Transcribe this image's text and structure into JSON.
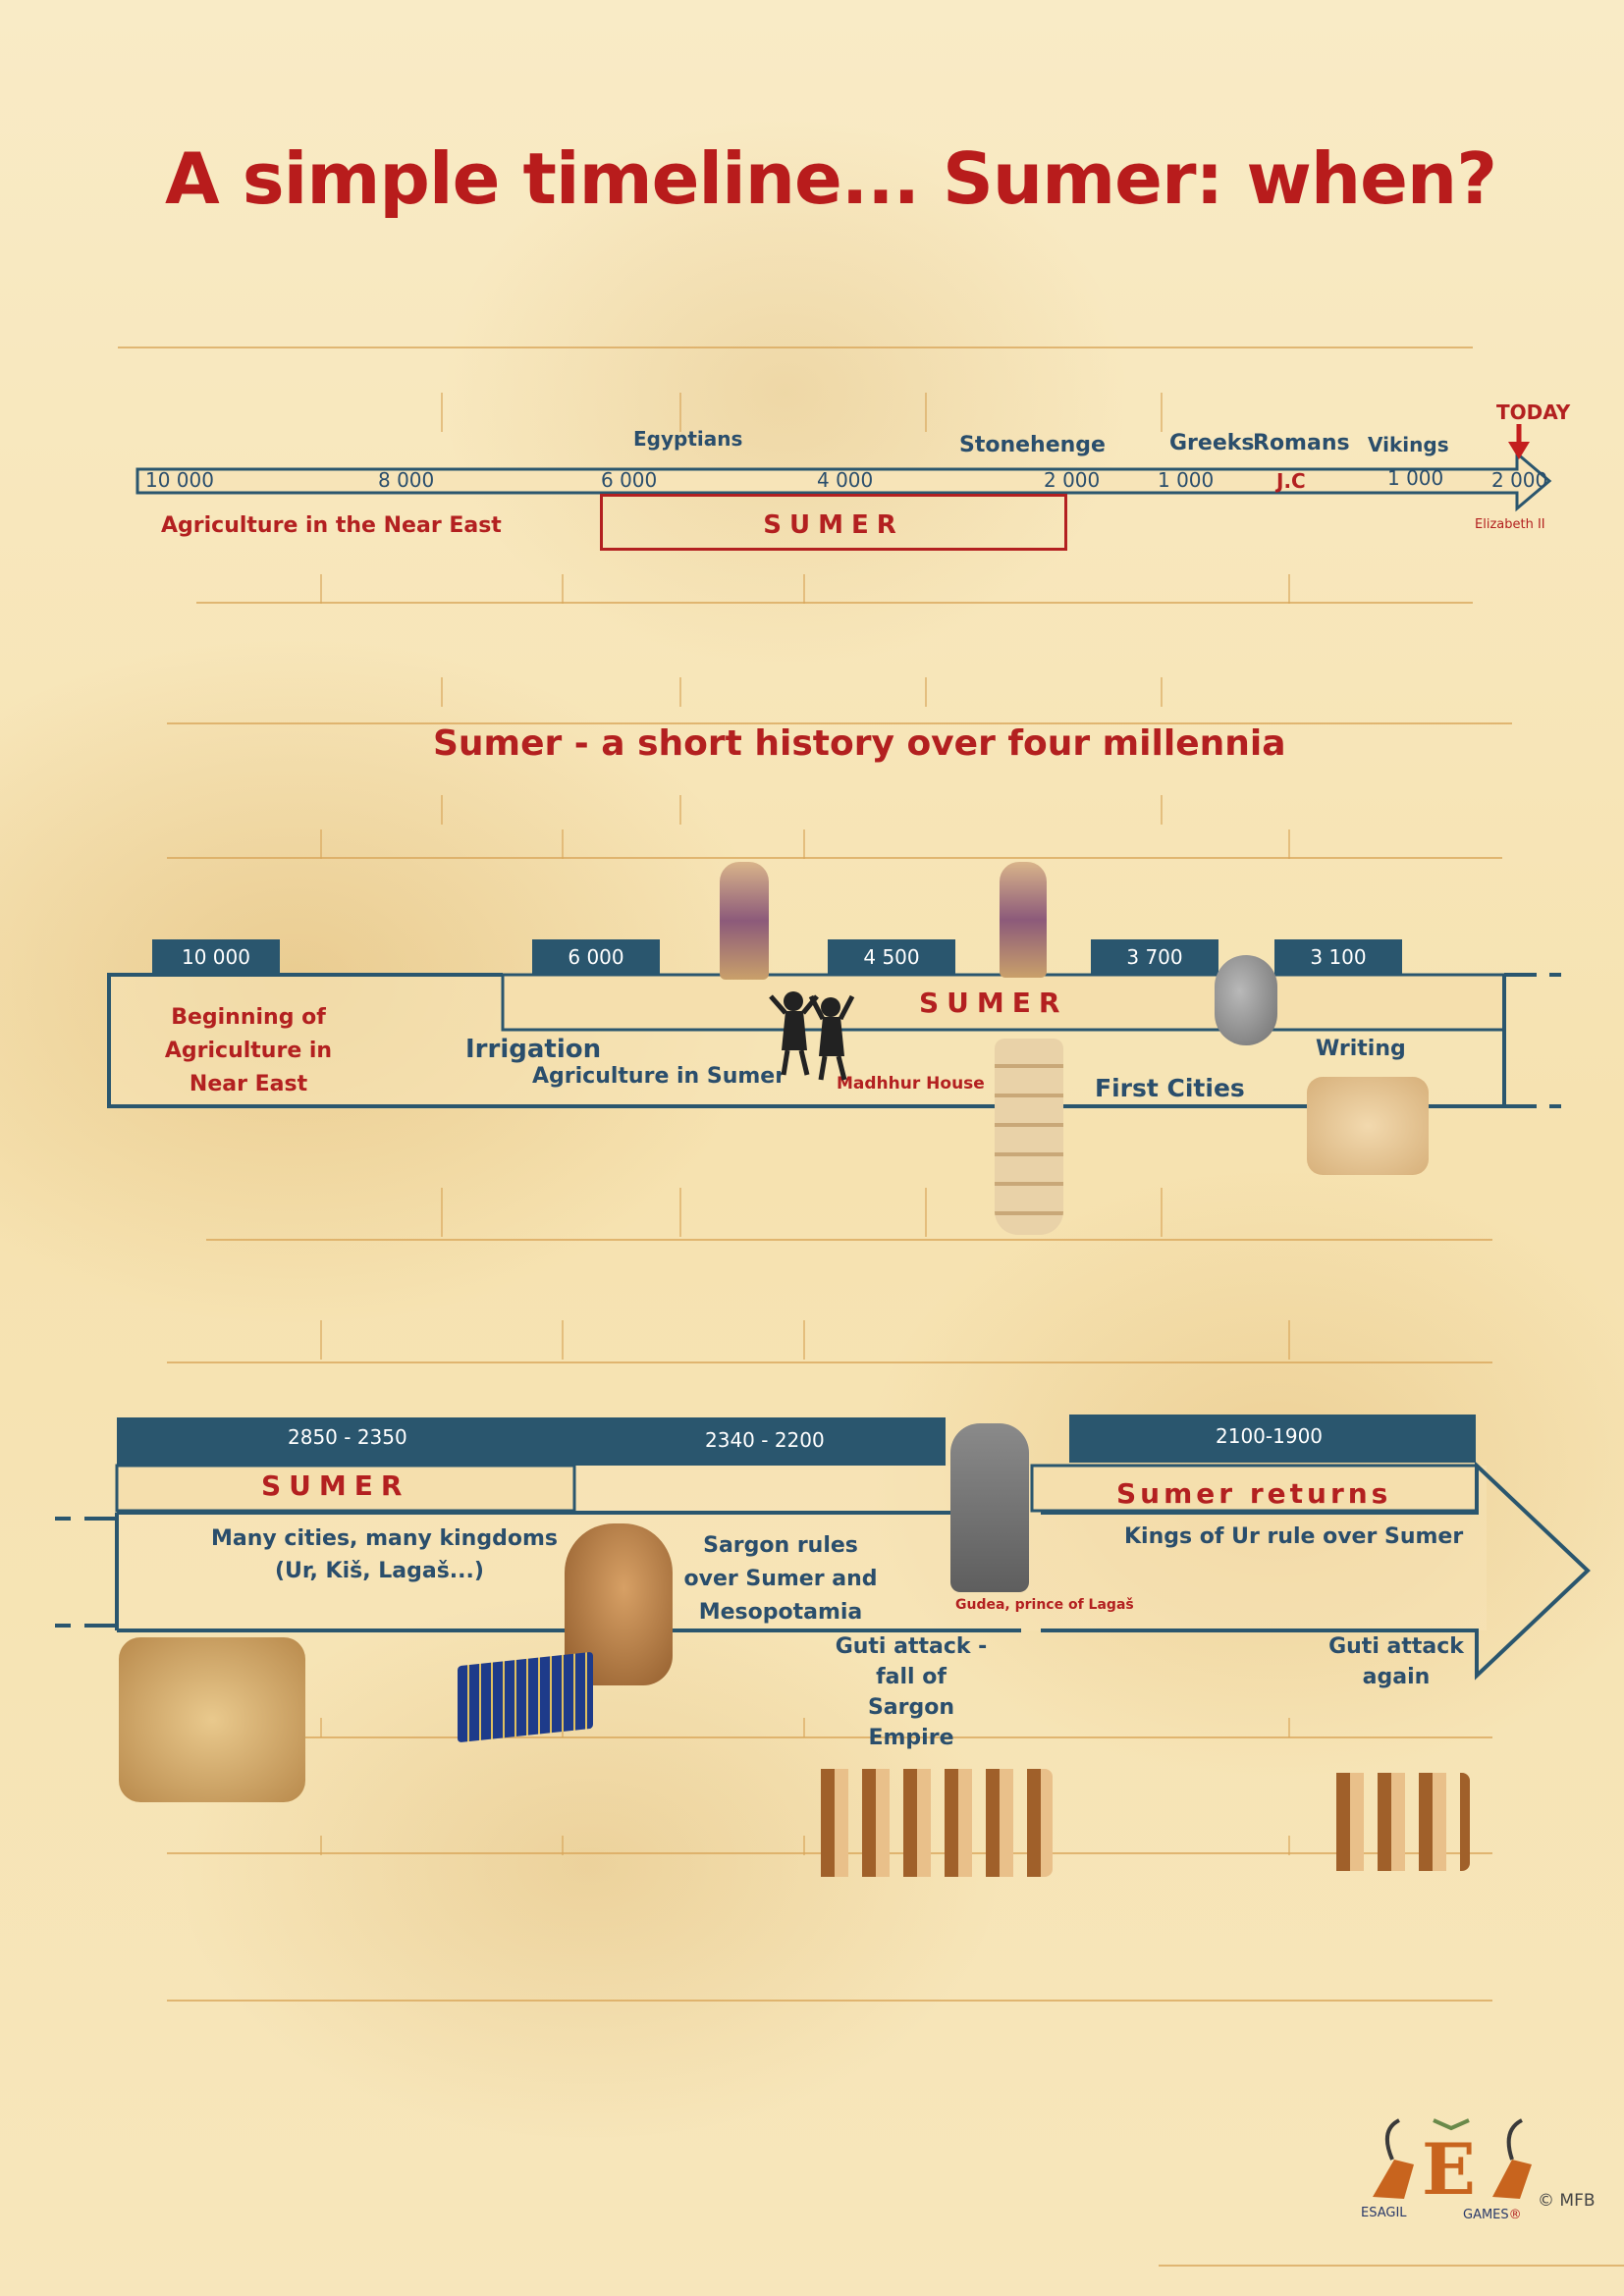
{
  "title": "A simple timeline... Sumer: when?",
  "colors": {
    "accent_red": "#b81c1c",
    "navy": "#2a566e",
    "band": "#f7e4b8",
    "parchment": "#f6e2b0"
  },
  "timeline1": {
    "ticks": [
      "10 000",
      "8 000",
      "6 000",
      "4 000",
      "2 000",
      "1 000",
      "J.C",
      "1 000",
      "2 000"
    ],
    "labels_above": {
      "egyptians": "Egyptians",
      "stonehenge": "Stonehenge",
      "greeks": "Greeks",
      "romans": "Romans",
      "vikings": "Vikings",
      "today": "TODAY"
    },
    "agriculture": "Agriculture in the Near East",
    "sumer_box": "SUMER",
    "elizabeth": "Elizabeth II"
  },
  "subtitle": "Sumer - a short history over four millennia",
  "timeline2": {
    "headers": [
      "10 000",
      "6 000",
      "4 500",
      "3 700",
      "3 100"
    ],
    "sumer_band": "SUMER",
    "beginning": "Beginning of Agriculture in Near East",
    "irrigation": "Irrigation",
    "agri_sumer": "Agriculture in Sumer",
    "madhhur": "Madhhur House",
    "first_cities": "First Cities",
    "writing": "Writing"
  },
  "timeline3": {
    "headers": [
      "2850 - 2350",
      "2340 - 2200",
      "2100-1900"
    ],
    "sumer_band": "SUMER",
    "sumer_returns": "Sumer returns",
    "many_cities": "Many cities, many kingdoms",
    "cities_list": "(Ur, Kiš, Lagaš...)",
    "sargon": "Sargon rules over Sumer and Mesopotamia",
    "gudea": "Gudea, prince of Lagaš",
    "kings_ur": "Kings of Ur rule over Sumer",
    "guti1": "Guti attack - fall of Sargon Empire",
    "guti2": "Guti attack again"
  },
  "footer": {
    "brand_left": "ESAGIL",
    "brand_right": "GAMES",
    "registered": "®",
    "copyright": "© MFB"
  },
  "icons": [
    "arrow-down-icon",
    "statue-icon",
    "vase-icon",
    "tablet-icon",
    "seal-icon",
    "warriors-icon",
    "head-icon",
    "ibex-logo-icon"
  ]
}
